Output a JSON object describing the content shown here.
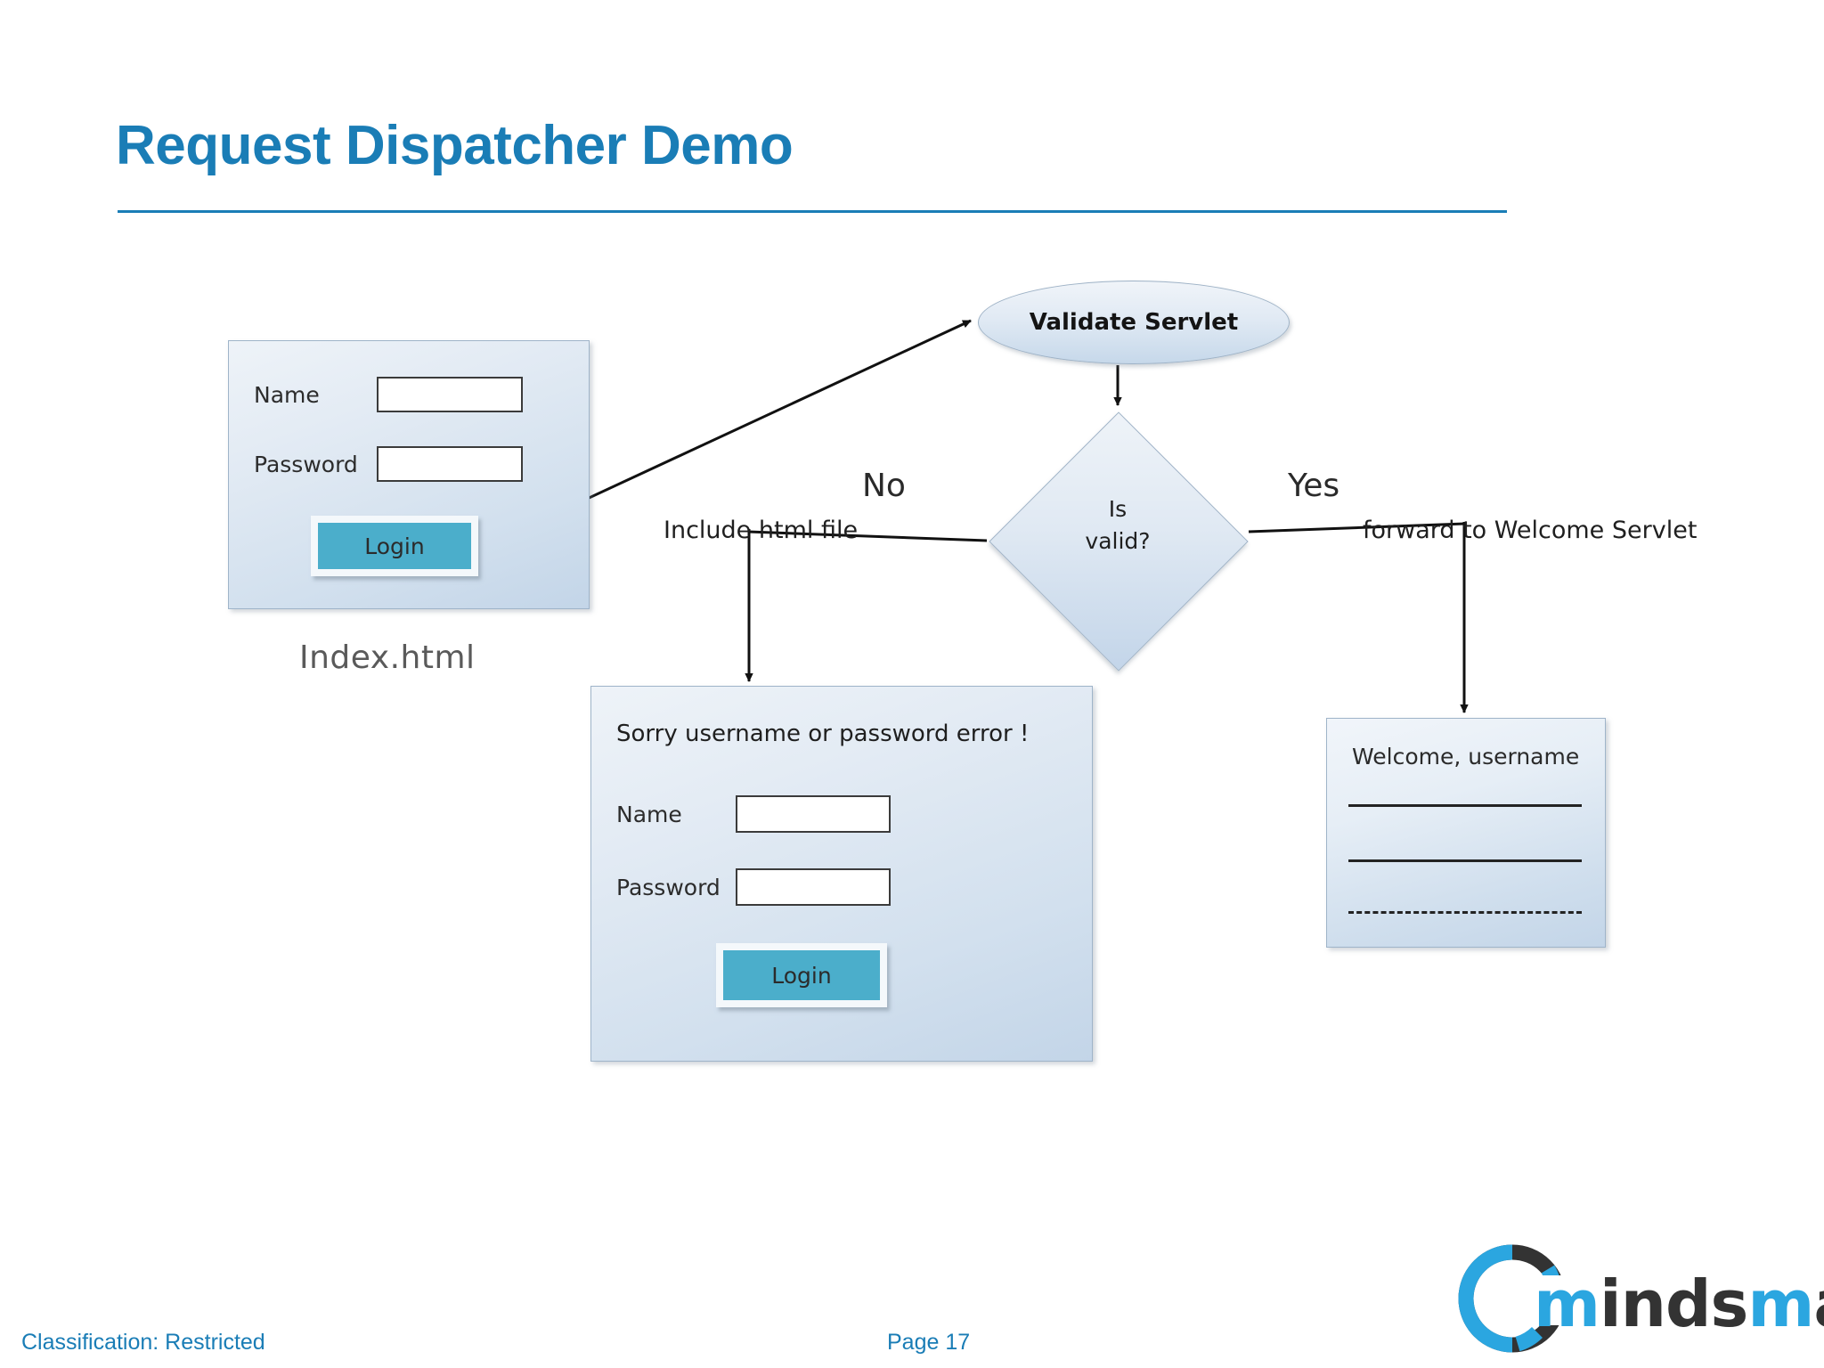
{
  "slide": {
    "title": "Request Dispatcher Demo",
    "accent_color": "#1A7DB6"
  },
  "footer": {
    "classification": "Classification: Restricted",
    "page": "Page 17"
  },
  "logo": {
    "word_part_1": "m",
    "word_part_2": "inds",
    "word_part_3": "m",
    "word_part_4": "apped",
    "ring_dark_color": "#333333",
    "ring_blue_color": "#2BA6E0"
  },
  "diagram": {
    "type": "flowchart",
    "index_form": {
      "caption": "Index.html",
      "fields": [
        {
          "label": "Name",
          "value": ""
        },
        {
          "label": "Password",
          "value": ""
        }
      ],
      "button_label": "Login",
      "button_color": "#4BAECB"
    },
    "validate_node": {
      "label": "Validate Servlet",
      "shape": "ellipse"
    },
    "decision_node": {
      "label_line_1": "Is",
      "label_line_2": "valid?",
      "shape": "diamond"
    },
    "edges": [
      {
        "label": "No",
        "side": "left"
      },
      {
        "label": "Yes",
        "side": "right"
      },
      {
        "label": "Include  html file",
        "side": "left-branch"
      },
      {
        "label": "forward to Welcome  Servlet",
        "side": "right-branch"
      }
    ],
    "error_form": {
      "message": "Sorry  username   or  password   error  !",
      "fields": [
        {
          "label": "Name",
          "value": ""
        },
        {
          "label": "Password",
          "value": ""
        }
      ],
      "button_label": "Login",
      "button_color": "#4BAECB"
    },
    "welcome_window": {
      "text": "Welcome, username",
      "rules": [
        "solid",
        "solid",
        "dashed"
      ]
    }
  }
}
